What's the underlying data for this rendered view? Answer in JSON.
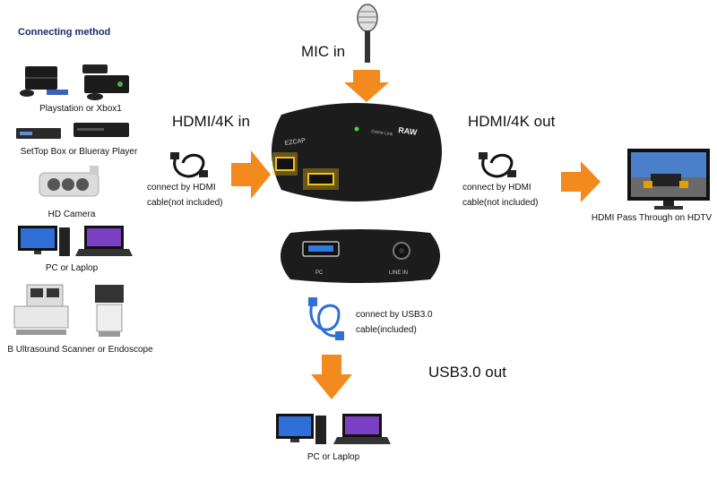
{
  "heading": "Connecting method",
  "sources": [
    {
      "label": "Playstation or Xbox1",
      "icon": "game-console-icon"
    },
    {
      "label": "SetTop Box or Blueray Player",
      "icon": "settop-box-icon"
    },
    {
      "label": "HD Camera",
      "icon": "camera-icon"
    },
    {
      "label": "PC or Laplop",
      "icon": "pc-laptop-icon"
    },
    {
      "label": "B Ultrasound Scanner or Endoscope",
      "icon": "medical-scanner-icon"
    }
  ],
  "mic": {
    "label": "MIC in",
    "icon": "microphone-icon"
  },
  "hdmi_in": {
    "title": "HDMI/4K in",
    "line1": "connect by HDMI",
    "line2": "cable(not included)"
  },
  "hdmi_out": {
    "title": "HDMI/4K out",
    "line1": "connect by HDMI",
    "line2": "cable(not included)"
  },
  "tv": {
    "label": "HDMI Pass Through on HDTV",
    "icon": "hdtv-icon"
  },
  "device": {
    "brand": "EZCAP",
    "model": "RAW",
    "sub": "Game Link",
    "port_pc": "PC",
    "port_line": "LINE IN"
  },
  "usb": {
    "line1": "connect by USB3.0",
    "line2": "cable(included)",
    "icon": "usb-cable-icon"
  },
  "usb_out": {
    "title": "USB3.0 out"
  },
  "output": {
    "label": "PC or Laplop",
    "icon": "pc-laptop-icon"
  },
  "colors": {
    "arrow": "#f28a1e",
    "heading": "#1a2a6e",
    "device": "#1c1c1c",
    "port_glow": "#f3c316"
  }
}
